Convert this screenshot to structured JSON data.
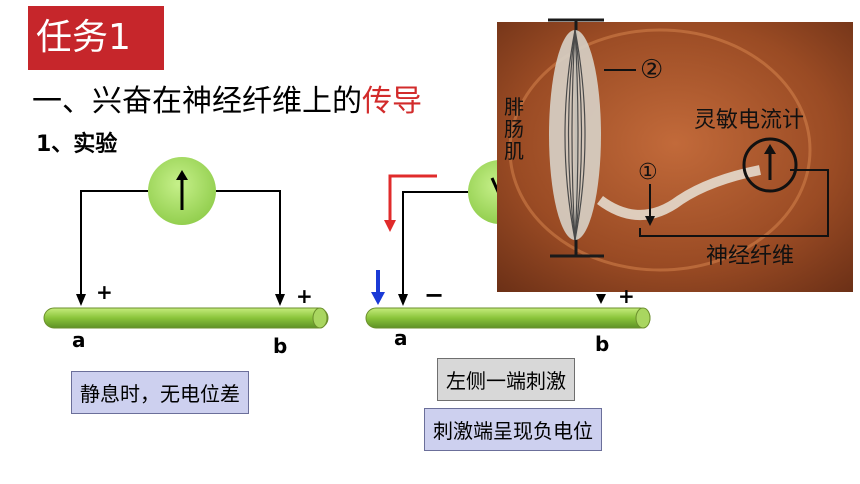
{
  "task_badge": "任务1",
  "heading": {
    "prefix": "一、兴奋在神经纤维上的",
    "highlight": "传导"
  },
  "subheading": "1、实验",
  "left_diagram": {
    "label_a": "a",
    "label_b": "b",
    "sign_a": "+",
    "sign_b": "+",
    "caption": "静息时，无电位差"
  },
  "right_diagram": {
    "label_a": "a",
    "label_b": "b",
    "sign_a": "−",
    "sign_b": "+",
    "caption1": "左侧一端刺激",
    "caption2": "刺激端呈现负电位"
  },
  "photo": {
    "label_circle2": "②",
    "label_circle1": "①",
    "label_galvanometer": "灵敏电流计",
    "label_nerve": "神经纤维",
    "label_muscle": "腓肠肌"
  },
  "colors": {
    "badge": "#c6262b",
    "highlight": "#d22b2b",
    "fiber": "#8ac43a",
    "meter": "#a7dc63"
  }
}
